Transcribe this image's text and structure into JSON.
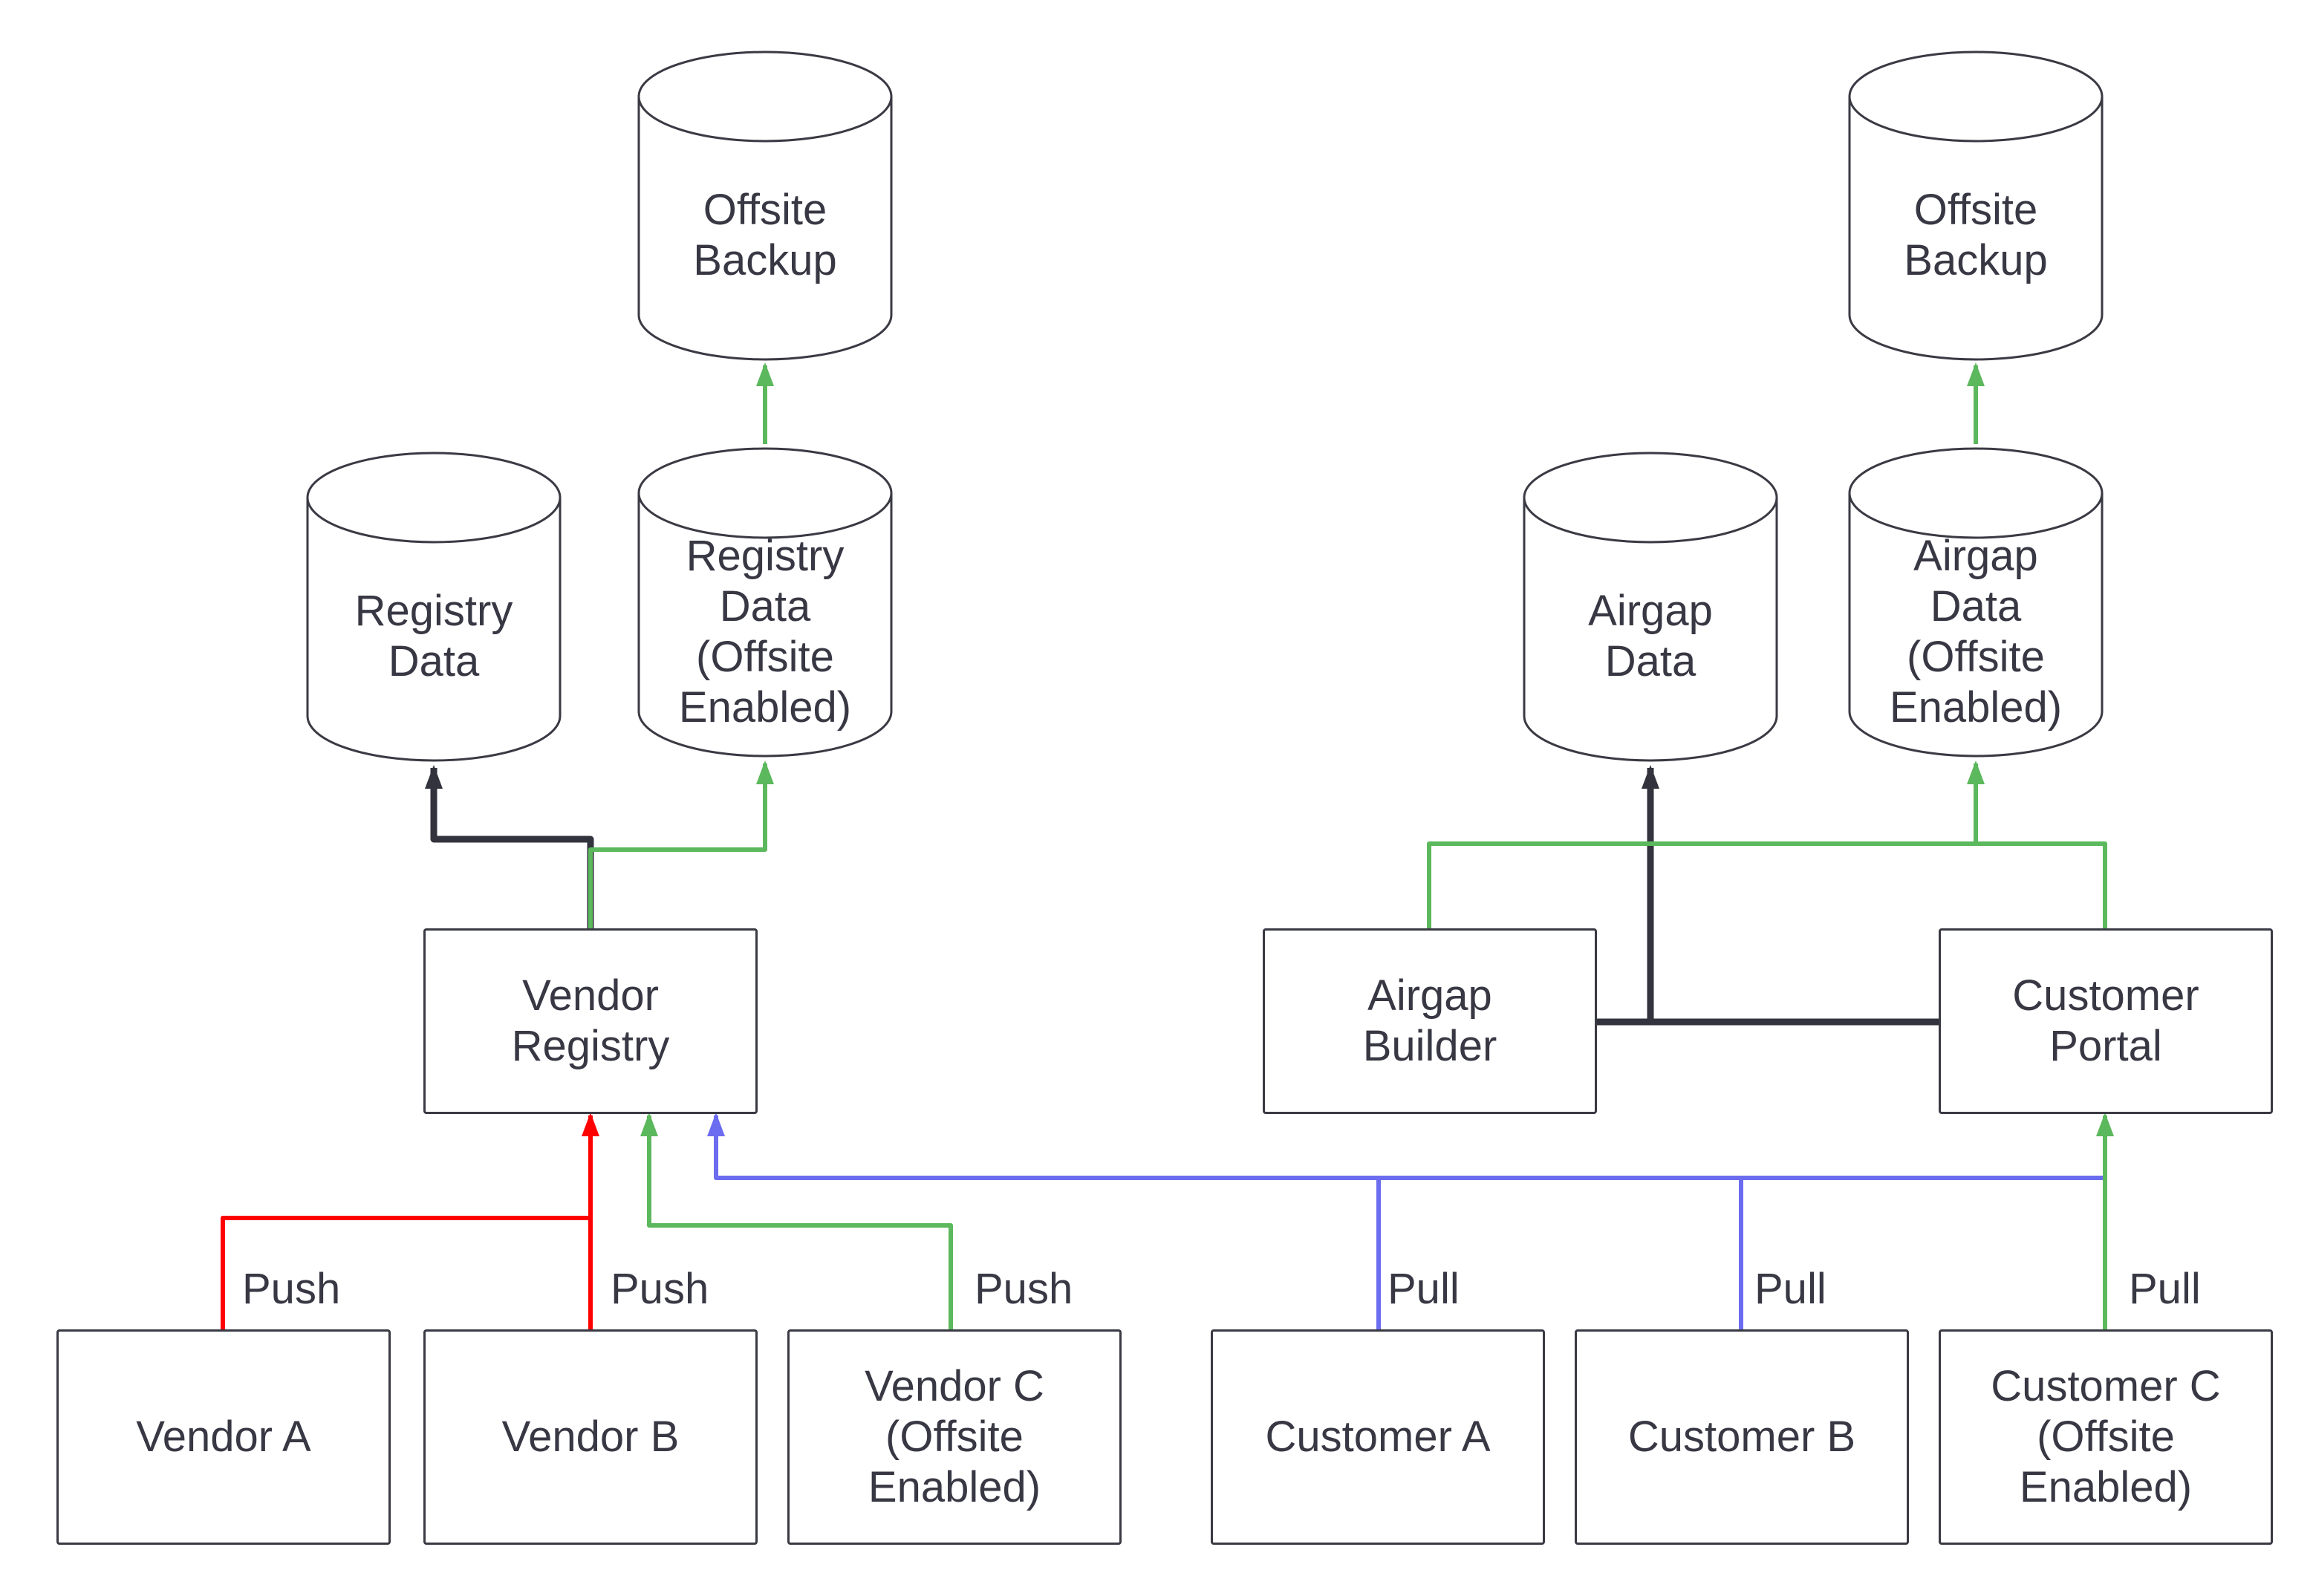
{
  "diagram": {
    "nodes": {
      "offsite_backup_left": {
        "label": "Offsite\nBackup"
      },
      "registry_data": {
        "label": "Registry\nData"
      },
      "registry_data_offsite": {
        "label": "Registry\nData\n(Offsite\nEnabled)"
      },
      "airgap_data": {
        "label": "Airgap\nData"
      },
      "airgap_data_offsite": {
        "label": "Airgap\nData\n(Offsite\nEnabled)"
      },
      "offsite_backup_right": {
        "label": "Offsite\nBackup"
      },
      "vendor_registry": {
        "label": "Vendor\nRegistry"
      },
      "airgap_builder": {
        "label": "Airgap\nBuilder"
      },
      "customer_portal": {
        "label": "Customer\nPortal"
      },
      "vendor_a": {
        "label": "Vendor A"
      },
      "vendor_b": {
        "label": "Vendor B"
      },
      "vendor_c": {
        "label": "Vendor C\n(Offsite\nEnabled)"
      },
      "customer_a": {
        "label": "Customer A"
      },
      "customer_b": {
        "label": "Customer B"
      },
      "customer_c": {
        "label": "Customer C\n(Offsite\nEnabled)"
      }
    },
    "edge_labels": {
      "push_vendor_a": "Push",
      "push_vendor_b": "Push",
      "push_vendor_c": "Push",
      "pull_customer_a": "Pull",
      "pull_customer_b": "Pull",
      "pull_customer_c": "Pull"
    },
    "colors": {
      "push_red": "#ff0000",
      "offsite_green": "#5cb85c",
      "pull_blue": "#6c6cf0",
      "primary_dark": "#33333e"
    }
  }
}
